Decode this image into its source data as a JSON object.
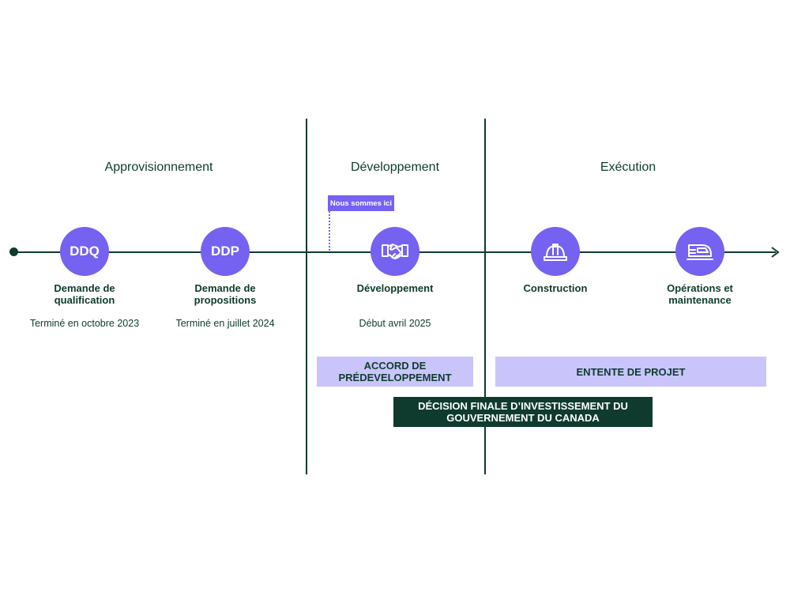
{
  "phases": {
    "procurement": "Approvisionnement",
    "development": "Développement",
    "execution": "Exécution"
  },
  "marker": {
    "label": "Nous sommes ici"
  },
  "steps": [
    {
      "abbr": "DDQ",
      "title_line1": "Demande de",
      "title_line2": "qualification",
      "date": "Terminé en octobre 2023"
    },
    {
      "abbr": "DDP",
      "title_line1": "Demande de",
      "title_line2": "propositions",
      "date": "Terminé en juillet 2024"
    },
    {
      "icon": "handshake-icon",
      "title_line1": "Développement",
      "title_line2": "",
      "date": "Début avril 2025"
    },
    {
      "icon": "hard-hat-icon",
      "title_line1": "Construction",
      "title_line2": "",
      "date": ""
    },
    {
      "icon": "train-icon",
      "title_line1": "Opérations et",
      "title_line2": "maintenance",
      "date": ""
    }
  ],
  "bands": {
    "pre_dev_line1": "ACCORD DE",
    "pre_dev_line2": "PRÉDEVELOPPEMENT",
    "project_agreement": "ENTENTE DE PROJET",
    "fid_line1": "DÉCISION FINALE D’INVESTISSEMENT DU",
    "fid_line2": "GOUVERNEMENT DU CANADA"
  },
  "colors": {
    "dark_green": "#0f3b2e",
    "purple": "#7562f0",
    "lavender": "#c9c5fb"
  }
}
